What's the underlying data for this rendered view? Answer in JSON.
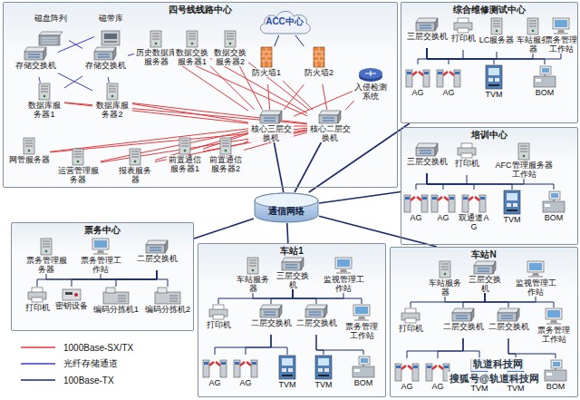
{
  "diagram": {
    "nodes": [
      {
        "text": [
          "四号线线路中心"
        ]
      },
      {
        "text": [
          "磁盘阵列"
        ],
        "in": 0
      },
      {
        "text": [
          "磁带库"
        ],
        "in": 0
      },
      {
        "text": [
          "存储交换机"
        ],
        "in": 0
      },
      {
        "text": [
          "存储交换机"
        ],
        "in": 0
      },
      {
        "text": [
          "历史数据库服务器"
        ],
        "in": 0
      },
      {
        "text": [
          "数据交换服务器1"
        ],
        "in": 0
      },
      {
        "text": [
          "数据交换服务器2"
        ],
        "in": 0
      },
      {
        "text": [
          "ACC中心"
        ],
        "in": 0
      },
      {
        "text": [
          "防火墙1"
        ],
        "in": 0
      },
      {
        "text": [
          "防火墙2"
        ],
        "in": 0
      },
      {
        "text": [
          "入侵检测系统"
        ],
        "in": 0
      },
      {
        "text": [
          "数据库服务器1"
        ],
        "in": 0
      },
      {
        "text": [
          "数据库服务器2"
        ],
        "in": 0
      },
      {
        "text": [
          "网管服务器"
        ],
        "in": 0
      },
      {
        "text": [
          "运营管理服务器"
        ],
        "in": 0
      },
      {
        "text": [
          "报表服务器"
        ],
        "in": 0
      },
      {
        "text": [
          "前置通信服务器1"
        ],
        "in": 0
      },
      {
        "text": [
          "前置通信服务器2"
        ],
        "in": 0
      },
      {
        "text": [
          "核心三层交换机"
        ],
        "in": 0
      },
      {
        "text": [
          "核心二层交换机"
        ],
        "in": 0
      },
      {
        "text": [
          "综合维修测试中心"
        ]
      },
      {
        "text": [
          "三层交换机"
        ],
        "in": 21
      },
      {
        "text": [
          "打印机"
        ],
        "in": 21
      },
      {
        "text": [
          "LC服务器"
        ],
        "in": 21
      },
      {
        "text": [
          "车站服务器"
        ],
        "in": 21
      },
      {
        "text": [
          "票务管理工作站"
        ],
        "in": 21
      },
      {
        "text": [
          "AG"
        ],
        "in": 21
      },
      {
        "text": [
          "AG"
        ],
        "in": 21
      },
      {
        "text": [
          "TVM"
        ],
        "in": 21
      },
      {
        "text": [
          "BOM"
        ],
        "in": 21
      },
      {
        "text": [
          "培训中心"
        ]
      },
      {
        "text": [
          "三层交换机"
        ],
        "in": 31
      },
      {
        "text": [
          "打印机"
        ],
        "in": 31
      },
      {
        "text": [
          "AFC管理服务器工作站"
        ],
        "in": 31
      },
      {
        "text": [
          "AG"
        ],
        "in": 31
      },
      {
        "text": [
          "AG"
        ],
        "in": 31
      },
      {
        "text": [
          "双通道AG"
        ],
        "in": 31
      },
      {
        "text": [
          "TVM"
        ],
        "in": 31
      },
      {
        "text": [
          "BOM"
        ],
        "in": 31
      },
      {
        "text": [
          "通信网络"
        ]
      },
      {
        "text": [
          "票务中心"
        ]
      },
      {
        "text": [
          "票务管理服务器"
        ],
        "in": 41
      },
      {
        "text": [
          "票务管理工作站"
        ],
        "in": 41
      },
      {
        "text": [
          "二层交换机"
        ],
        "in": 41
      },
      {
        "text": [
          "打印机"
        ],
        "in": 41
      },
      {
        "text": [
          "密钥设备"
        ],
        "in": 41
      },
      {
        "text": [
          "编码分拣机1"
        ],
        "in": 41
      },
      {
        "text": [
          "编码分拣机2"
        ],
        "in": 41
      },
      {
        "text": [
          "车站1"
        ]
      },
      {
        "text": [
          "车站服务器"
        ],
        "in": 49
      },
      {
        "text": [
          "三层交换机"
        ],
        "in": 49
      },
      {
        "text": [
          "监视管理工作站"
        ],
        "in": 49
      },
      {
        "text": [
          "打印机"
        ],
        "in": 49
      },
      {
        "text": [
          "二层交换机"
        ],
        "in": 49
      },
      {
        "text": [
          "二层交换机"
        ],
        "in": 49
      },
      {
        "text": [
          "票务管理工作站"
        ],
        "in": 49
      },
      {
        "text": [
          "AG"
        ],
        "in": 49
      },
      {
        "text": [
          "AG"
        ],
        "in": 49
      },
      {
        "text": [
          "TVM"
        ],
        "in": 49
      },
      {
        "text": [
          "TVM"
        ],
        "in": 49
      },
      {
        "text": [
          "BOM"
        ],
        "in": 49
      },
      {
        "text": [
          "车站N"
        ]
      },
      {
        "text": [
          "车站服务器"
        ],
        "in": 62
      },
      {
        "text": [
          "三层交换机"
        ],
        "in": 62
      },
      {
        "text": [
          "监视管理工作站"
        ],
        "in": 62
      },
      {
        "text": [
          "打印机"
        ],
        "in": 62
      },
      {
        "text": [
          "二层交换机"
        ],
        "in": 62
      },
      {
        "text": [
          "二层交换机"
        ],
        "in": 62
      },
      {
        "text": [
          "票务管理工作站"
        ],
        "in": 62
      },
      {
        "text": [
          "AG"
        ],
        "in": 62
      },
      {
        "text": [
          "AG"
        ],
        "in": 62
      },
      {
        "text": [
          "TVM"
        ],
        "in": 62
      },
      {
        "text": [
          "TVM"
        ],
        "in": 62
      },
      {
        "text": [
          "BOM"
        ],
        "in": 62
      }
    ],
    "edges": [
      {
        "from": 1,
        "to": 3,
        "arrow": "none"
      },
      {
        "from": 1,
        "to": 4,
        "arrow": "none"
      },
      {
        "from": 2,
        "to": 3,
        "arrow": "none"
      },
      {
        "from": 2,
        "to": 4,
        "arrow": "none"
      },
      {
        "from": 3,
        "to": 12,
        "arrow": "none"
      },
      {
        "from": 3,
        "to": 13,
        "arrow": "none"
      },
      {
        "from": 4,
        "to": 12,
        "arrow": "none"
      },
      {
        "from": 4,
        "to": 13,
        "arrow": "none"
      },
      {
        "from": 4,
        "to": 5,
        "arrow": "none"
      },
      {
        "from": 19,
        "to": 5,
        "arrow": "none"
      },
      {
        "from": 19,
        "to": 6,
        "arrow": "none"
      },
      {
        "from": 19,
        "to": 7,
        "arrow": "none"
      },
      {
        "from": 19,
        "to": 9,
        "arrow": "none"
      },
      {
        "from": 19,
        "to": 10,
        "arrow": "none"
      },
      {
        "from": 19,
        "to": 11,
        "arrow": "none"
      },
      {
        "from": 19,
        "to": 12,
        "arrow": "none"
      },
      {
        "from": 19,
        "to": 13,
        "arrow": "none"
      },
      {
        "from": 19,
        "to": 14,
        "arrow": "none"
      },
      {
        "from": 19,
        "to": 15,
        "arrow": "none"
      },
      {
        "from": 19,
        "to": 16,
        "arrow": "none"
      },
      {
        "from": 19,
        "to": 17,
        "arrow": "none"
      },
      {
        "from": 19,
        "to": 18,
        "arrow": "none"
      },
      {
        "from": 20,
        "to": 5,
        "arrow": "none"
      },
      {
        "from": 20,
        "to": 6,
        "arrow": "none"
      },
      {
        "from": 20,
        "to": 7,
        "arrow": "none"
      },
      {
        "from": 20,
        "to": 9,
        "arrow": "none"
      },
      {
        "from": 20,
        "to": 10,
        "arrow": "none"
      },
      {
        "from": 20,
        "to": 11,
        "arrow": "none"
      },
      {
        "from": 20,
        "to": 12,
        "arrow": "none"
      },
      {
        "from": 20,
        "to": 13,
        "arrow": "none"
      },
      {
        "from": 20,
        "to": 14,
        "arrow": "none"
      },
      {
        "from": 20,
        "to": 15,
        "arrow": "none"
      },
      {
        "from": 20,
        "to": 16,
        "arrow": "none"
      },
      {
        "from": 20,
        "to": 17,
        "arrow": "none"
      },
      {
        "from": 20,
        "to": 18,
        "arrow": "none"
      },
      {
        "from": 19,
        "to": 20,
        "arrow": "none"
      },
      {
        "from": 8,
        "to": 9,
        "arrow": "none"
      },
      {
        "from": 8,
        "to": 10,
        "arrow": "none"
      },
      {
        "from": 19,
        "to": 40,
        "arrow": "none"
      },
      {
        "from": 20,
        "to": 40,
        "arrow": "none"
      },
      {
        "from": 40,
        "to": 21,
        "arrow": "none"
      },
      {
        "from": 40,
        "to": 31,
        "arrow": "none"
      },
      {
        "from": 40,
        "to": 41,
        "arrow": "none"
      },
      {
        "from": 40,
        "to": 49,
        "arrow": "none"
      },
      {
        "from": 40,
        "to": 62,
        "arrow": "none"
      },
      {
        "from": 22,
        "to": 23,
        "arrow": "none"
      },
      {
        "from": 22,
        "to": 24,
        "arrow": "none"
      },
      {
        "from": 22,
        "to": 25,
        "arrow": "none"
      },
      {
        "from": 22,
        "to": 26,
        "arrow": "none"
      },
      {
        "from": 22,
        "to": 27,
        "arrow": "none"
      },
      {
        "from": 22,
        "to": 28,
        "arrow": "none"
      },
      {
        "from": 22,
        "to": 29,
        "arrow": "none"
      },
      {
        "from": 22,
        "to": 30,
        "arrow": "none"
      },
      {
        "from": 32,
        "to": 33,
        "arrow": "none"
      },
      {
        "from": 32,
        "to": 34,
        "arrow": "none"
      },
      {
        "from": 32,
        "to": 35,
        "arrow": "none"
      },
      {
        "from": 32,
        "to": 36,
        "arrow": "none"
      },
      {
        "from": 32,
        "to": 37,
        "arrow": "none"
      },
      {
        "from": 32,
        "to": 38,
        "arrow": "none"
      },
      {
        "from": 32,
        "to": 39,
        "arrow": "none"
      },
      {
        "from": 44,
        "to": 42,
        "arrow": "none"
      },
      {
        "from": 44,
        "to": 43,
        "arrow": "none"
      },
      {
        "from": 44,
        "to": 45,
        "arrow": "none"
      },
      {
        "from": 44,
        "to": 46,
        "arrow": "none"
      },
      {
        "from": 44,
        "to": 47,
        "arrow": "none"
      },
      {
        "from": 44,
        "to": 48,
        "arrow": "none"
      },
      {
        "from": 51,
        "to": 50,
        "arrow": "none"
      },
      {
        "from": 51,
        "to": 52,
        "arrow": "none"
      },
      {
        "from": 51,
        "to": 53,
        "arrow": "none"
      },
      {
        "from": 51,
        "to": 54,
        "arrow": "none"
      },
      {
        "from": 51,
        "to": 55,
        "arrow": "none"
      },
      {
        "from": 51,
        "to": 56,
        "arrow": "none"
      },
      {
        "from": 54,
        "to": 57,
        "arrow": "none"
      },
      {
        "from": 54,
        "to": 58,
        "arrow": "none"
      },
      {
        "from": 54,
        "to": 59,
        "arrow": "none"
      },
      {
        "from": 55,
        "to": 60,
        "arrow": "none"
      },
      {
        "from": 55,
        "to": 61,
        "arrow": "none"
      },
      {
        "from": 64,
        "to": 63,
        "arrow": "none"
      },
      {
        "from": 64,
        "to": 65,
        "arrow": "none"
      },
      {
        "from": 64,
        "to": 66,
        "arrow": "none"
      },
      {
        "from": 64,
        "to": 67,
        "arrow": "none"
      },
      {
        "from": 64,
        "to": 68,
        "arrow": "none"
      },
      {
        "from": 64,
        "to": 69,
        "arrow": "none"
      },
      {
        "from": 67,
        "to": 70,
        "arrow": "none"
      },
      {
        "from": 67,
        "to": 71,
        "arrow": "none"
      },
      {
        "from": 67,
        "to": 72,
        "arrow": "none"
      },
      {
        "from": 68,
        "to": 73,
        "arrow": "none"
      },
      {
        "from": 68,
        "to": 74,
        "arrow": "none"
      }
    ],
    "labels": [
      "轨道科技网",
      "搜狐号@轨道科技网"
    ],
    "legend": [
      {
        "text": "1000Base-SX/TX"
      },
      {
        "text": "光纤存储通道"
      },
      {
        "text": "100Base-TX"
      }
    ]
  }
}
